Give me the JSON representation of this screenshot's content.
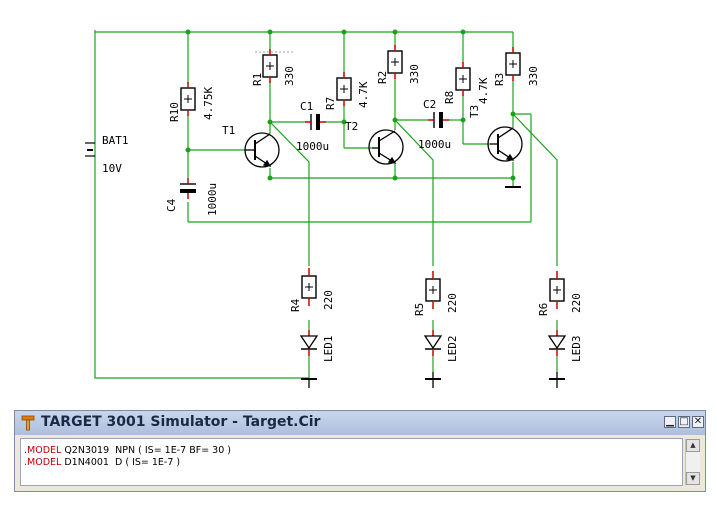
{
  "schematic": {
    "components": {
      "bat1": {
        "name": "BAT1",
        "value": "10V"
      },
      "r1": {
        "name": "R1",
        "value": "330"
      },
      "r2": {
        "name": "R2",
        "value": "330"
      },
      "r3": {
        "name": "R3",
        "value": "330"
      },
      "r4": {
        "name": "R4",
        "value": "220"
      },
      "r5": {
        "name": "R5",
        "value": "220"
      },
      "r6": {
        "name": "R6",
        "value": "220"
      },
      "r7": {
        "name": "R7",
        "value": "4.7K"
      },
      "r8": {
        "name": "R8",
        "value": "4.7K"
      },
      "r10": {
        "name": "R10",
        "value": "4.75K"
      },
      "c1": {
        "name": "C1",
        "value": "1000u"
      },
      "c2": {
        "name": "C2",
        "value": "1000u"
      },
      "c4": {
        "name": "C4",
        "value": "1000u"
      },
      "t1": {
        "name": "T1"
      },
      "t2": {
        "name": "T2"
      },
      "t3": {
        "name": "T3"
      },
      "led1": {
        "name": "LED1"
      },
      "led2": {
        "name": "LED2"
      },
      "led3": {
        "name": "LED3"
      }
    },
    "colors": {
      "wire": "#1aa31a",
      "component": "#000000",
      "pin": "#cc0000",
      "node": "#1aa31a"
    }
  },
  "simulator": {
    "title": "TARGET 3001 Simulator - Target.Cir",
    "icon": "hammer-icon",
    "buttons": {
      "minimize": "minimize-icon",
      "maximize": "maximize-icon",
      "close": "close-icon"
    },
    "output": {
      "lines": [
        {
          "keyword": ".MODEL",
          "text": " Q2N3019  NPN ( IS= 1E-7 BF= 30 )"
        },
        {
          "keyword": ".MODEL",
          "text": " D1N4001  D ( IS= 1E-7 )"
        }
      ]
    }
  }
}
